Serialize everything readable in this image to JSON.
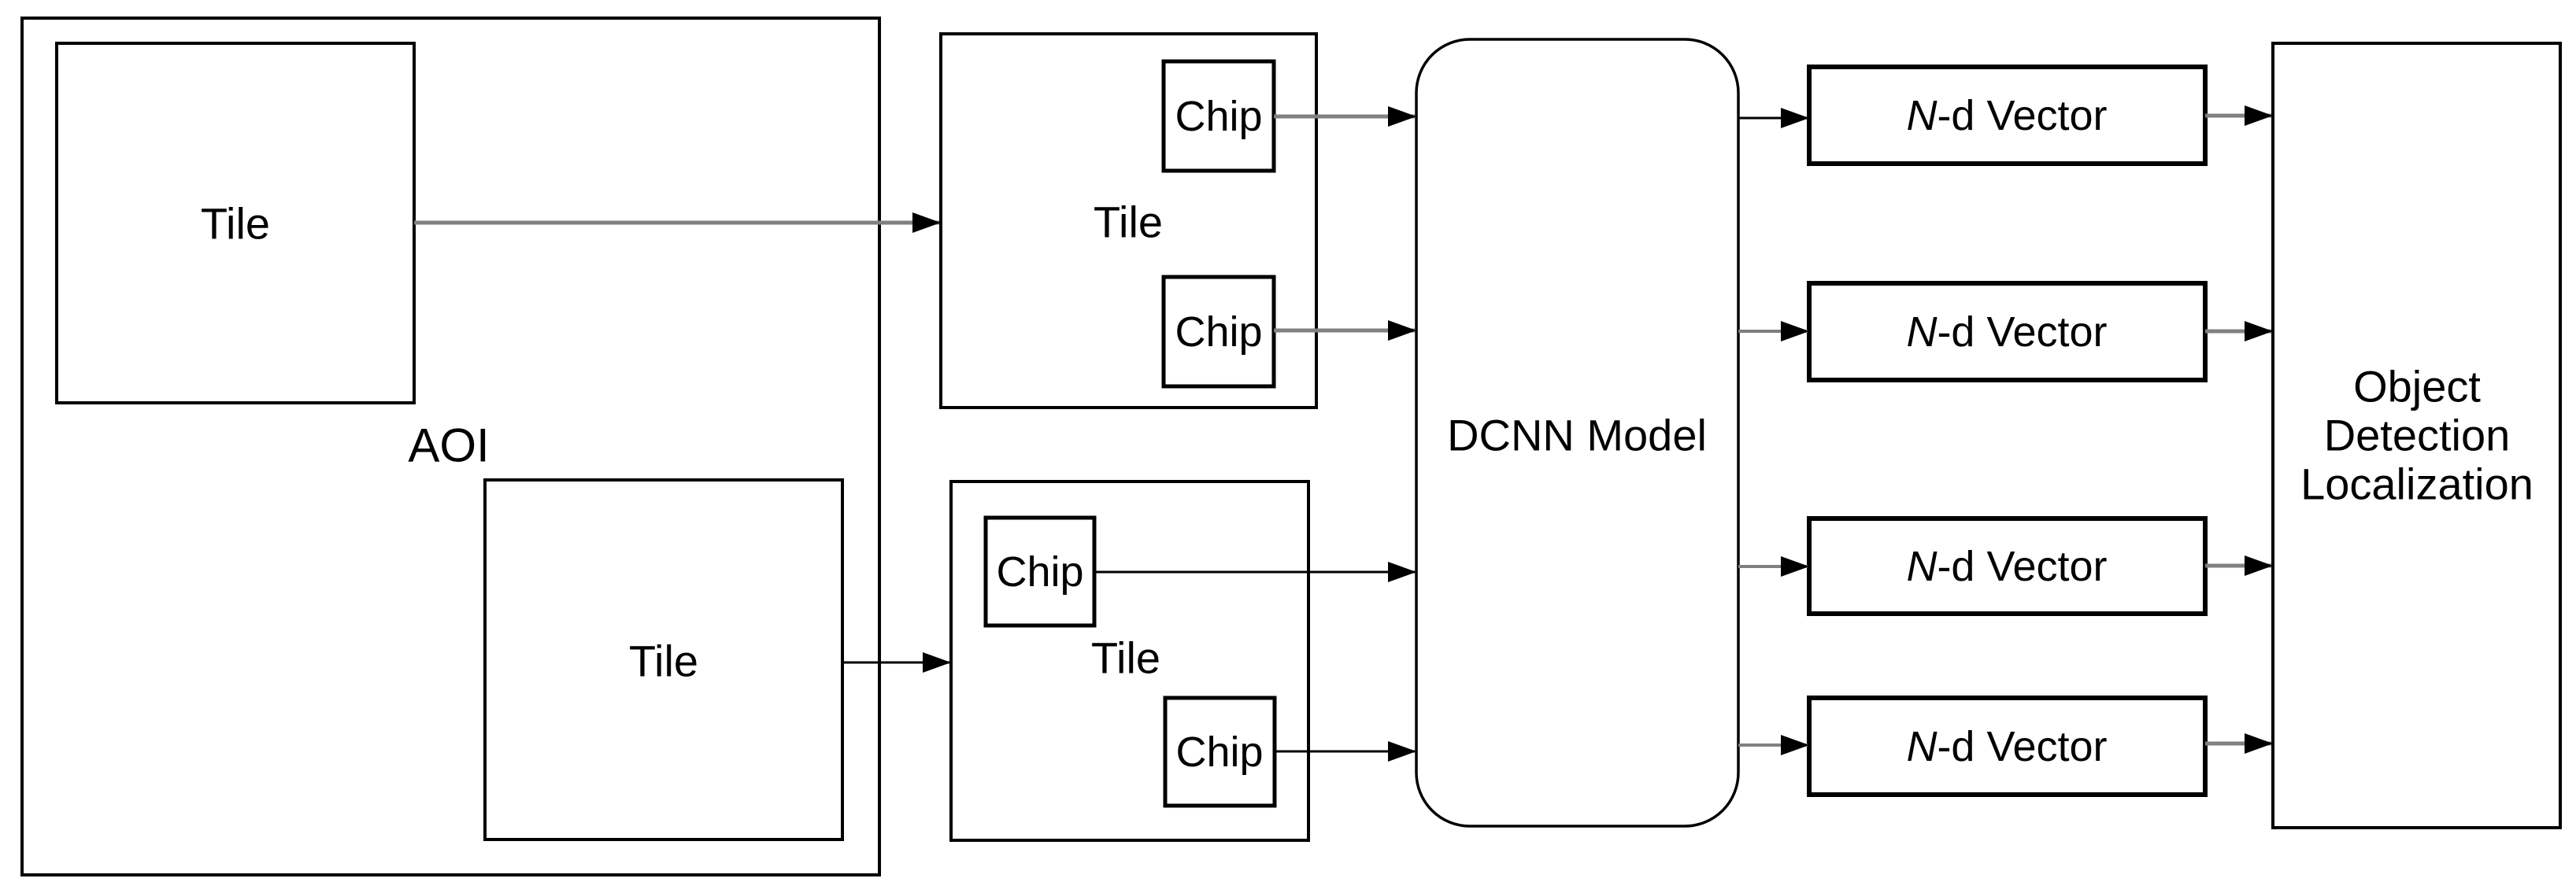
{
  "diagram": {
    "title": "tile-chip-dcnn-object-detection-pipeline",
    "colors": {
      "background": "#ffffff",
      "stroke": "#000000",
      "gray_stroke": "#808080",
      "text": "#000000"
    },
    "aoi": {
      "label": "AOI",
      "tiles": [
        {
          "label": "Tile"
        },
        {
          "label": "Tile"
        }
      ]
    },
    "tile_views": [
      {
        "label": "Tile",
        "chips": [
          {
            "label": "Chip"
          },
          {
            "label": "Chip"
          }
        ]
      },
      {
        "label": "Tile",
        "chips": [
          {
            "label": "Chip"
          },
          {
            "label": "Chip"
          }
        ]
      }
    ],
    "model": {
      "label": "DCNN Model"
    },
    "vectors": [
      {
        "italic": "N",
        "rest": "-d Vector"
      },
      {
        "italic": "N",
        "rest": "-d Vector"
      },
      {
        "italic": "N",
        "rest": "-d Vector"
      },
      {
        "italic": "N",
        "rest": "-d Vector"
      }
    ],
    "output": {
      "lines": [
        "Object",
        "Detection",
        "Localization"
      ]
    }
  }
}
